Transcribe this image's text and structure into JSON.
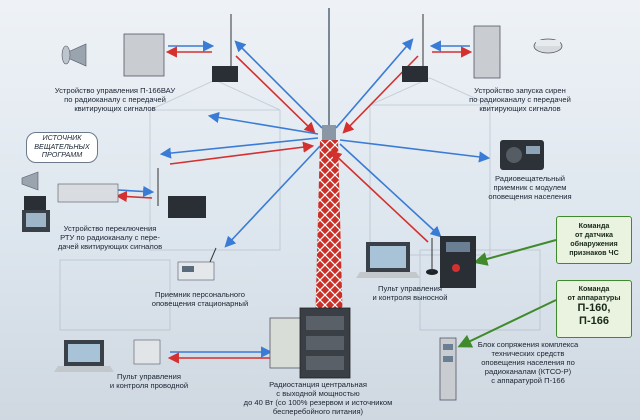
{
  "labels": {
    "p166vau": "Устройство управления П-166ВАУ\nпо радиоканалу с передачей\nквитирующих сигналов",
    "siren": "Устройство запуска сирен\nпо радиоканалу с передачей\nквитирующих сигналов",
    "source": "ИСТОЧНИК\nВЕЩАТЕЛЬНЫХ\nПРОГРАММ",
    "rtu": "Устройство переключения\nРТУ по радиоканалу с пере-\nдачей квитирующих сигналов",
    "receiver_module": "Радиовещательный\nприемник с модулем\nоповещения населения",
    "personal_receiver": "Приемник персонального\nоповещения стационарный",
    "remote_control": "Пульт управления\nи контроля выносной",
    "wired_control": "Пульт управления\nи контроля проводной",
    "central_station": "Радиостанция центральная\nс выходной мощностью\nдо 40 Вт (со 100% резервом и источником\nбесперебойного питания)",
    "ktso": "Блок сопряжения комплекса\nтехнических средств\nоповещения населения по\nрадиоканалам (КТСО-Р)\nс аппаратурой П-166"
  },
  "commands": {
    "sensor_title": "Команда\nот датчика\nобнаружения\nпризнаков ЧС",
    "apparatus_title": "Команда\nот аппаратуры",
    "apparatus_codes": "П-160,\nП-166"
  },
  "colors": {
    "signal_out": "#3a7bd5",
    "signal_back": "#d43030",
    "command_arrow": "#3f8a2a",
    "mast": "#c8312a"
  }
}
